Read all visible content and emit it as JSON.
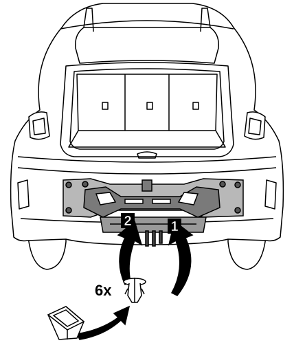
{
  "callouts": {
    "step_1": "1",
    "step_2": "2",
    "quantity": "6x"
  },
  "icons": {
    "vehicle": "car-rear-view-icon",
    "part": "push-pin-clip-icon",
    "container": "storage-tray-icon"
  },
  "colors": {
    "outline": "#000000",
    "fill": "#ffffff",
    "panel_gray": "#b8b8b8",
    "bracket_gray": "#7a7a7a"
  }
}
